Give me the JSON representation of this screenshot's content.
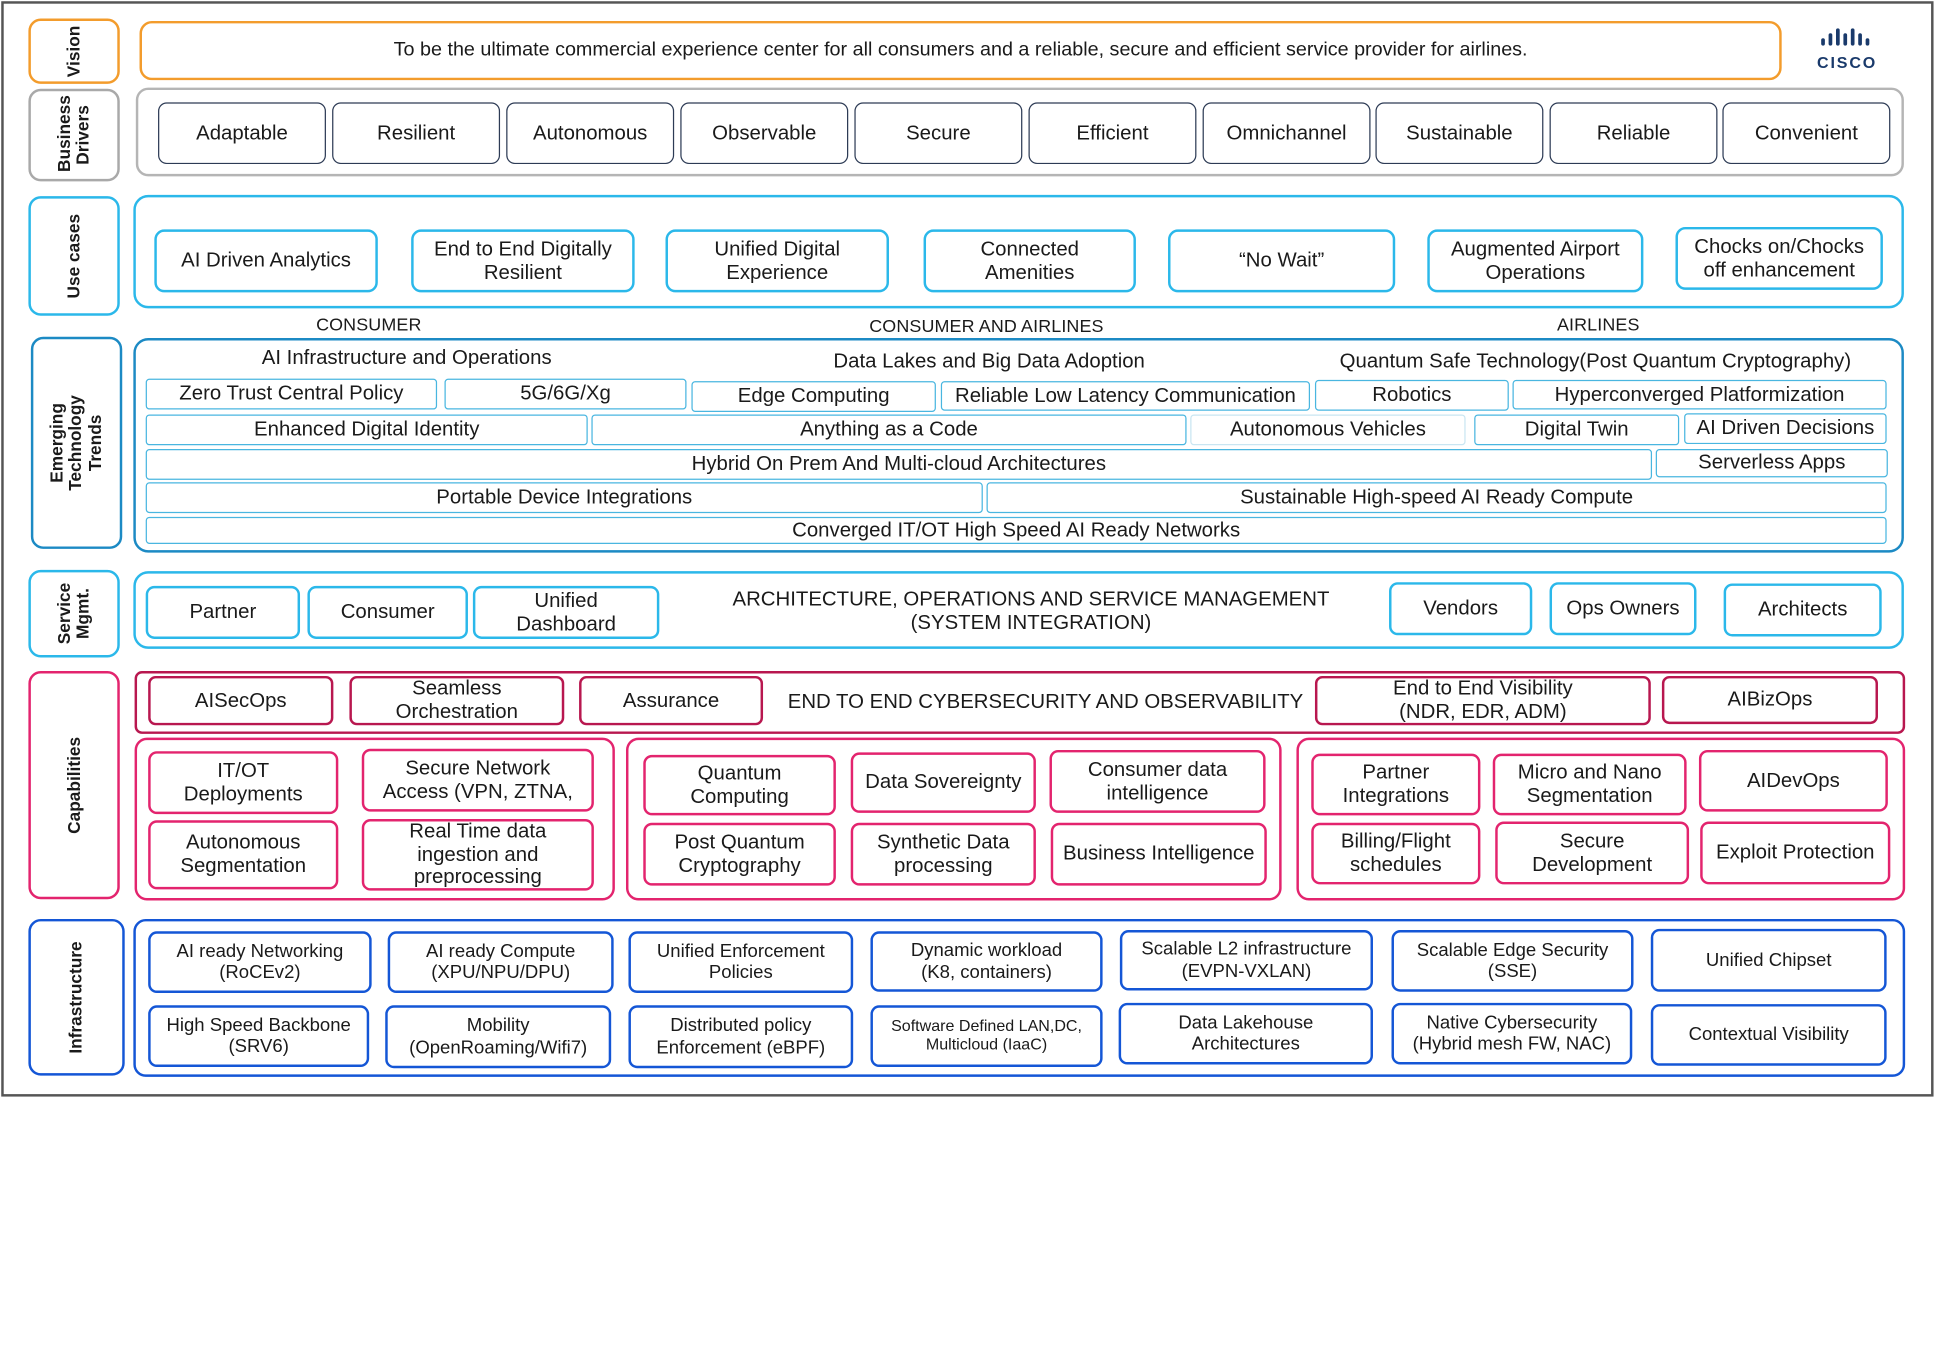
{
  "logo": {
    "text": "CISCO"
  },
  "rows": {
    "vision": {
      "label": "Vision",
      "statement": "To be the ultimate commercial experience center for all consumers and a reliable, secure and efficient service provider for airlines."
    },
    "business_drivers": {
      "label": "Business Drivers",
      "items": [
        "Adaptable",
        "Resilient",
        "Autonomous",
        "Observable",
        "Secure",
        "Efficient",
        "Omnichannel",
        "Sustainable",
        "Reliable",
        "Convenient"
      ]
    },
    "use_cases": {
      "label": "Use cases",
      "items": [
        "AI Driven Analytics",
        "End to End Digitally Resilient",
        "Unified Digital Experience",
        "Connected Amenities",
        "“No Wait”",
        "Augmented Airport Operations",
        "Chocks on/Chocks off enhancement"
      ]
    },
    "emerging_trends": {
      "label": "Emerging Technology Trends",
      "headers": [
        "CONSUMER",
        "CONSUMER AND AIRLINES",
        "AIRLINES"
      ],
      "titles": [
        "AI Infrastructure and Operations",
        "Data Lakes and Big Data Adoption",
        "Quantum Safe Technology(Post Quantum Cryptography)"
      ],
      "row1": [
        "Zero Trust Central Policy",
        "5G/6G/Xg",
        "Edge Computing",
        "Reliable Low Latency Communication",
        "Robotics",
        "Hyperconverged Platformization"
      ],
      "row2": [
        "Enhanced Digital Identity",
        "Anything as a Code",
        "Autonomous Vehicles",
        "Digital Twin",
        "AI Driven Decisions"
      ],
      "row3": [
        "Hybrid On Prem And Multi-cloud Architectures",
        "Serverless Apps"
      ],
      "row4": [
        "Portable Device Integrations",
        "Sustainable High-speed AI Ready Compute"
      ],
      "row5": [
        "Converged IT/OT High Speed AI Ready Networks"
      ]
    },
    "service_mgmt": {
      "label": "Service Mgmt.",
      "left": [
        "Partner",
        "Consumer",
        "Unified Dashboard"
      ],
      "center": [
        "ARCHITECTURE, OPERATIONS AND SERVICE MANAGEMENT",
        "(SYSTEM INTEGRATION)"
      ],
      "right": [
        "Vendors",
        "Ops Owners",
        "Architects"
      ]
    },
    "capabilities": {
      "label": "Capabilities",
      "top_left": [
        "AISecOps",
        "Seamless Orchestration",
        "Assurance"
      ],
      "top_center": "END TO END CYBERSECURITY AND OBSERVABILITY",
      "top_right": [
        "End to End Visibility (NDR, EDR, ADM)",
        "AIBizOps"
      ],
      "group1": [
        "IT/OT Deployments",
        "Secure Network Access (VPN, ZTNA,",
        "Autonomous Segmentation",
        "Real Time data ingestion and preprocessing"
      ],
      "group2": [
        "Quantum Computing",
        "Data Sovereignty",
        "Consumer data intelligence",
        "Post Quantum Cryptography",
        "Synthetic Data processing",
        "Business Intelligence"
      ],
      "group3": [
        "Partner Integrations",
        "Micro and Nano Segmentation",
        "AIDevOps",
        "Billing/Flight schedules",
        "Secure Development",
        "Exploit Protection"
      ]
    },
    "infrastructure": {
      "label": "Infrastructure",
      "row1": [
        "AI ready Networking (RoCEv2)",
        "AI ready Compute (XPU/NPU/DPU)",
        "Unified Enforcement Policies",
        "Dynamic workload (K8, containers)",
        "Scalable L2 infrastructure (EVPN-VXLAN)",
        "Scalable Edge Security (SSE)",
        "Unified Chipset"
      ],
      "row2": [
        "High Speed Backbone (SRV6)",
        "Mobility (OpenRoaming/Wifi7)",
        "Distributed policy Enforcement (eBPF)",
        "Software Defined LAN,DC, Multicloud (IaaC)",
        "Data Lakehouse Architectures",
        "Native Cybersecurity (Hybrid mesh FW, NAC)",
        "Contextual Visibility"
      ]
    }
  }
}
